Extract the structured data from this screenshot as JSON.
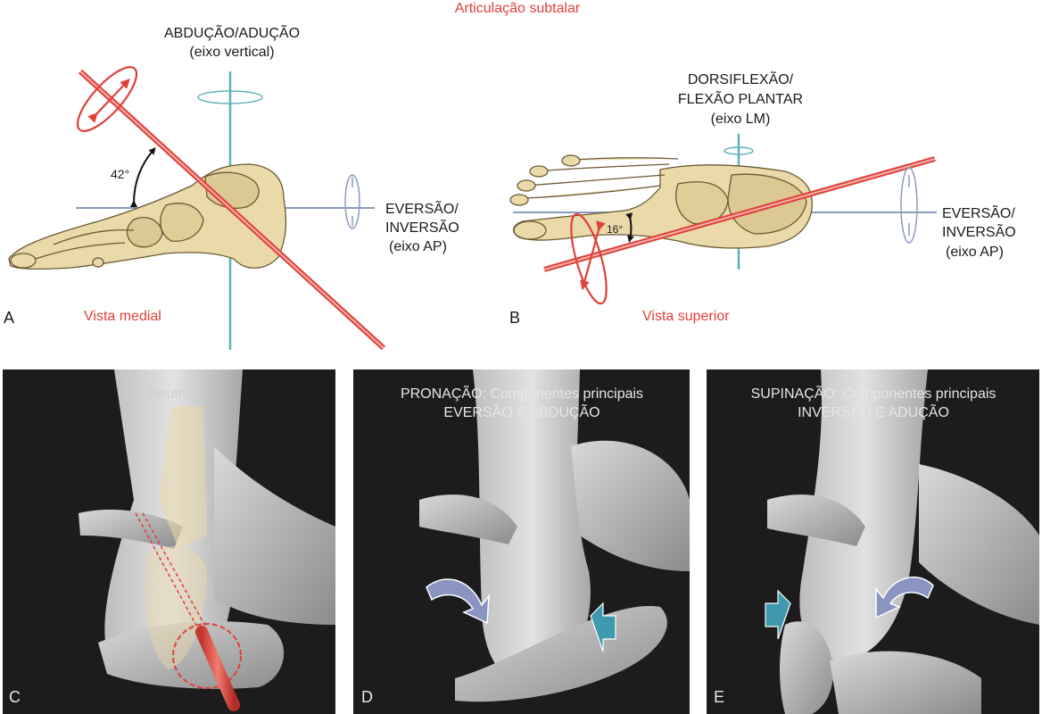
{
  "title": "Articulação subtalar",
  "panel_a": {
    "letter": "A",
    "view": "Vista medial",
    "axis_vertical_title": "ABDUÇÃO/ADUÇÃO",
    "axis_vertical_sub": "(eixo vertical)",
    "axis_ap_line1": "EVERSÃO/",
    "axis_ap_line2": "INVERSÃO",
    "axis_ap_sub": "(eixo AP)",
    "angle": "42°"
  },
  "panel_b": {
    "letter": "B",
    "view": "Vista superior",
    "axis_lm_line1": "DORSIFLEXÃO/",
    "axis_lm_line2": "FLEXÃO PLANTAR",
    "axis_lm_sub": "(eixo LM)",
    "axis_ap_line1": "EVERSÃO/",
    "axis_ap_line2": "INVERSÃO",
    "axis_ap_sub": "(eixo AP)",
    "angle": "16°"
  },
  "panel_c": {
    "letter": "C",
    "caption": "Neutro"
  },
  "panel_d": {
    "letter": "D",
    "line1": "PRONAÇÃO: Componentes principais",
    "line2": "EVERSÃO E ABDUÇÃO"
  },
  "panel_e": {
    "letter": "E",
    "line1": "SUPINAÇÃO: Componentes principais",
    "line2": "INVERSÃO E ADUÇÃO"
  },
  "colors": {
    "axis_red": "#e0403a",
    "axis_blue": "#8a9bbf",
    "axis_teal": "#5fb0b9",
    "bone": "#ead9a9",
    "photo_bg": "#1c1c1c",
    "arrow_blue": "#3f9ab0"
  }
}
